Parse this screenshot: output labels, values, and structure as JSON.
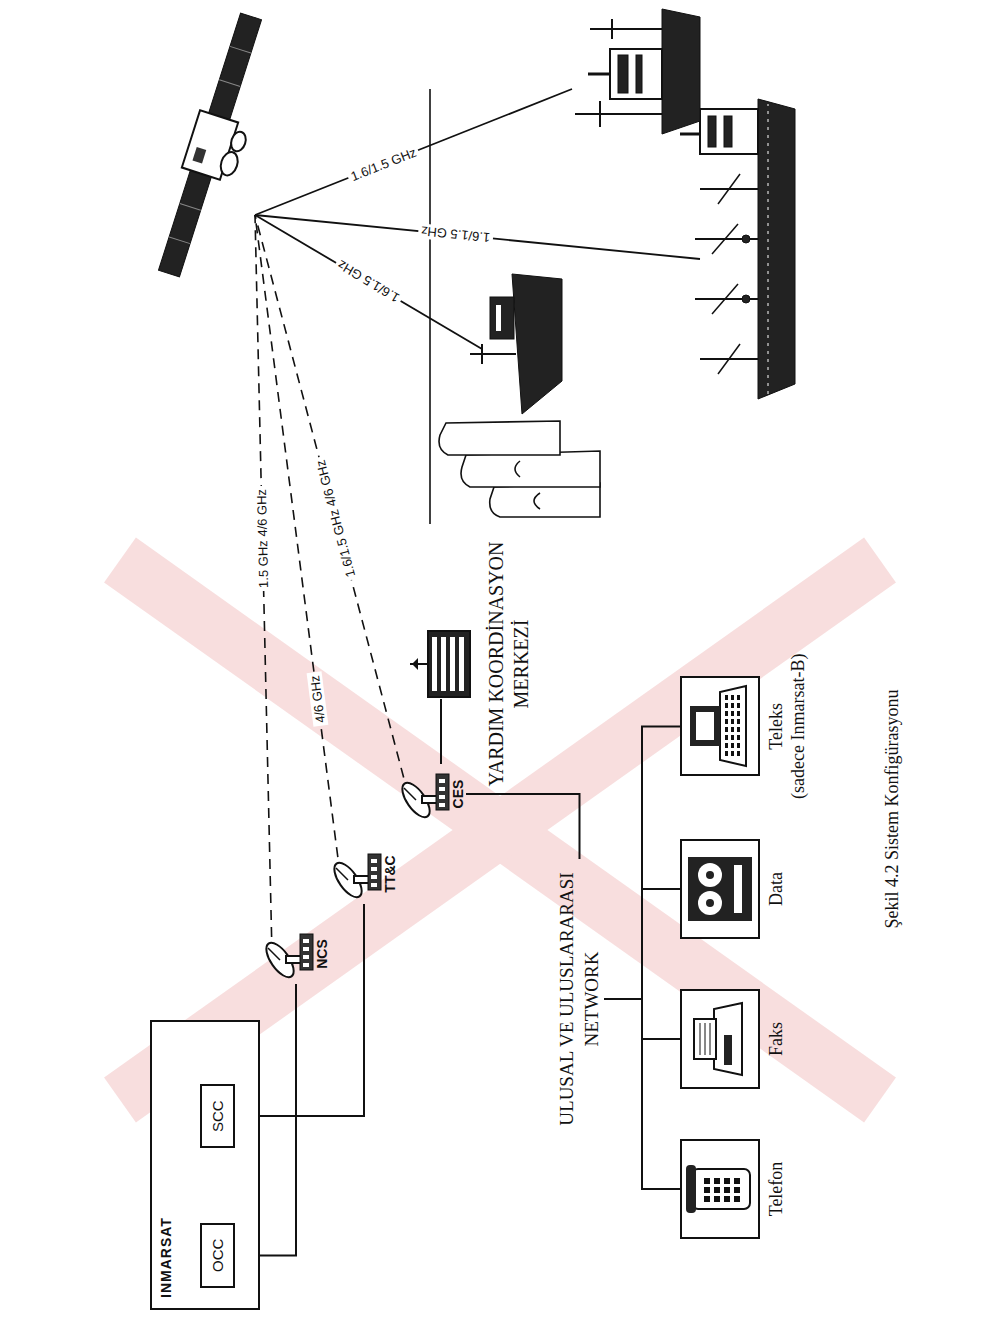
{
  "diagram": {
    "caption": "Şekil 4.2 Sistem Konfigürasyonu",
    "nodes": [
      {
        "text": [
          "INMARSAT"
        ]
      },
      {
        "text": [
          "OCC"
        ],
        "in": 0
      },
      {
        "text": [
          "SCC"
        ],
        "in": 0
      },
      {
        "text": [
          "NCS"
        ]
      },
      {
        "text": [
          "TT&C"
        ]
      },
      {
        "text": [
          "CES"
        ]
      },
      {
        "text": [
          "YARDIM KOORDİNASYON MERKEZİ"
        ]
      },
      {
        "text": [
          "ULUSAL VE ULUSLARARASI NETWORK"
        ]
      },
      {
        "text": [
          "Telefon"
        ]
      },
      {
        "text": [
          "Faks"
        ]
      },
      {
        "text": [
          "Data"
        ]
      },
      {
        "text": [
          "Teleks",
          "(sadece Inmarsat-B)"
        ]
      }
    ],
    "edges": [
      {
        "from": 1,
        "to": 3,
        "arrow": "none"
      },
      {
        "from": 2,
        "to": 4,
        "arrow": "none"
      },
      {
        "from": 5,
        "to": 6,
        "arrow": "none"
      },
      {
        "from": 5,
        "to": 7,
        "arrow": "none"
      },
      {
        "from": 7,
        "to": 8,
        "arrow": "none"
      },
      {
        "from": 7,
        "to": 9,
        "arrow": "none"
      },
      {
        "from": 7,
        "to": 10,
        "arrow": "none"
      },
      {
        "from": 7,
        "to": 11,
        "arrow": "none"
      }
    ],
    "labels": [
      "1.5 GHz 4/6 GHz",
      "4/6 GHz",
      "1.6/1.5 GHz 4/6 GHz",
      "1.6/1.5 GHz",
      "1.6/1.5 GHz",
      "1.6/1.5 GHz"
    ]
  }
}
